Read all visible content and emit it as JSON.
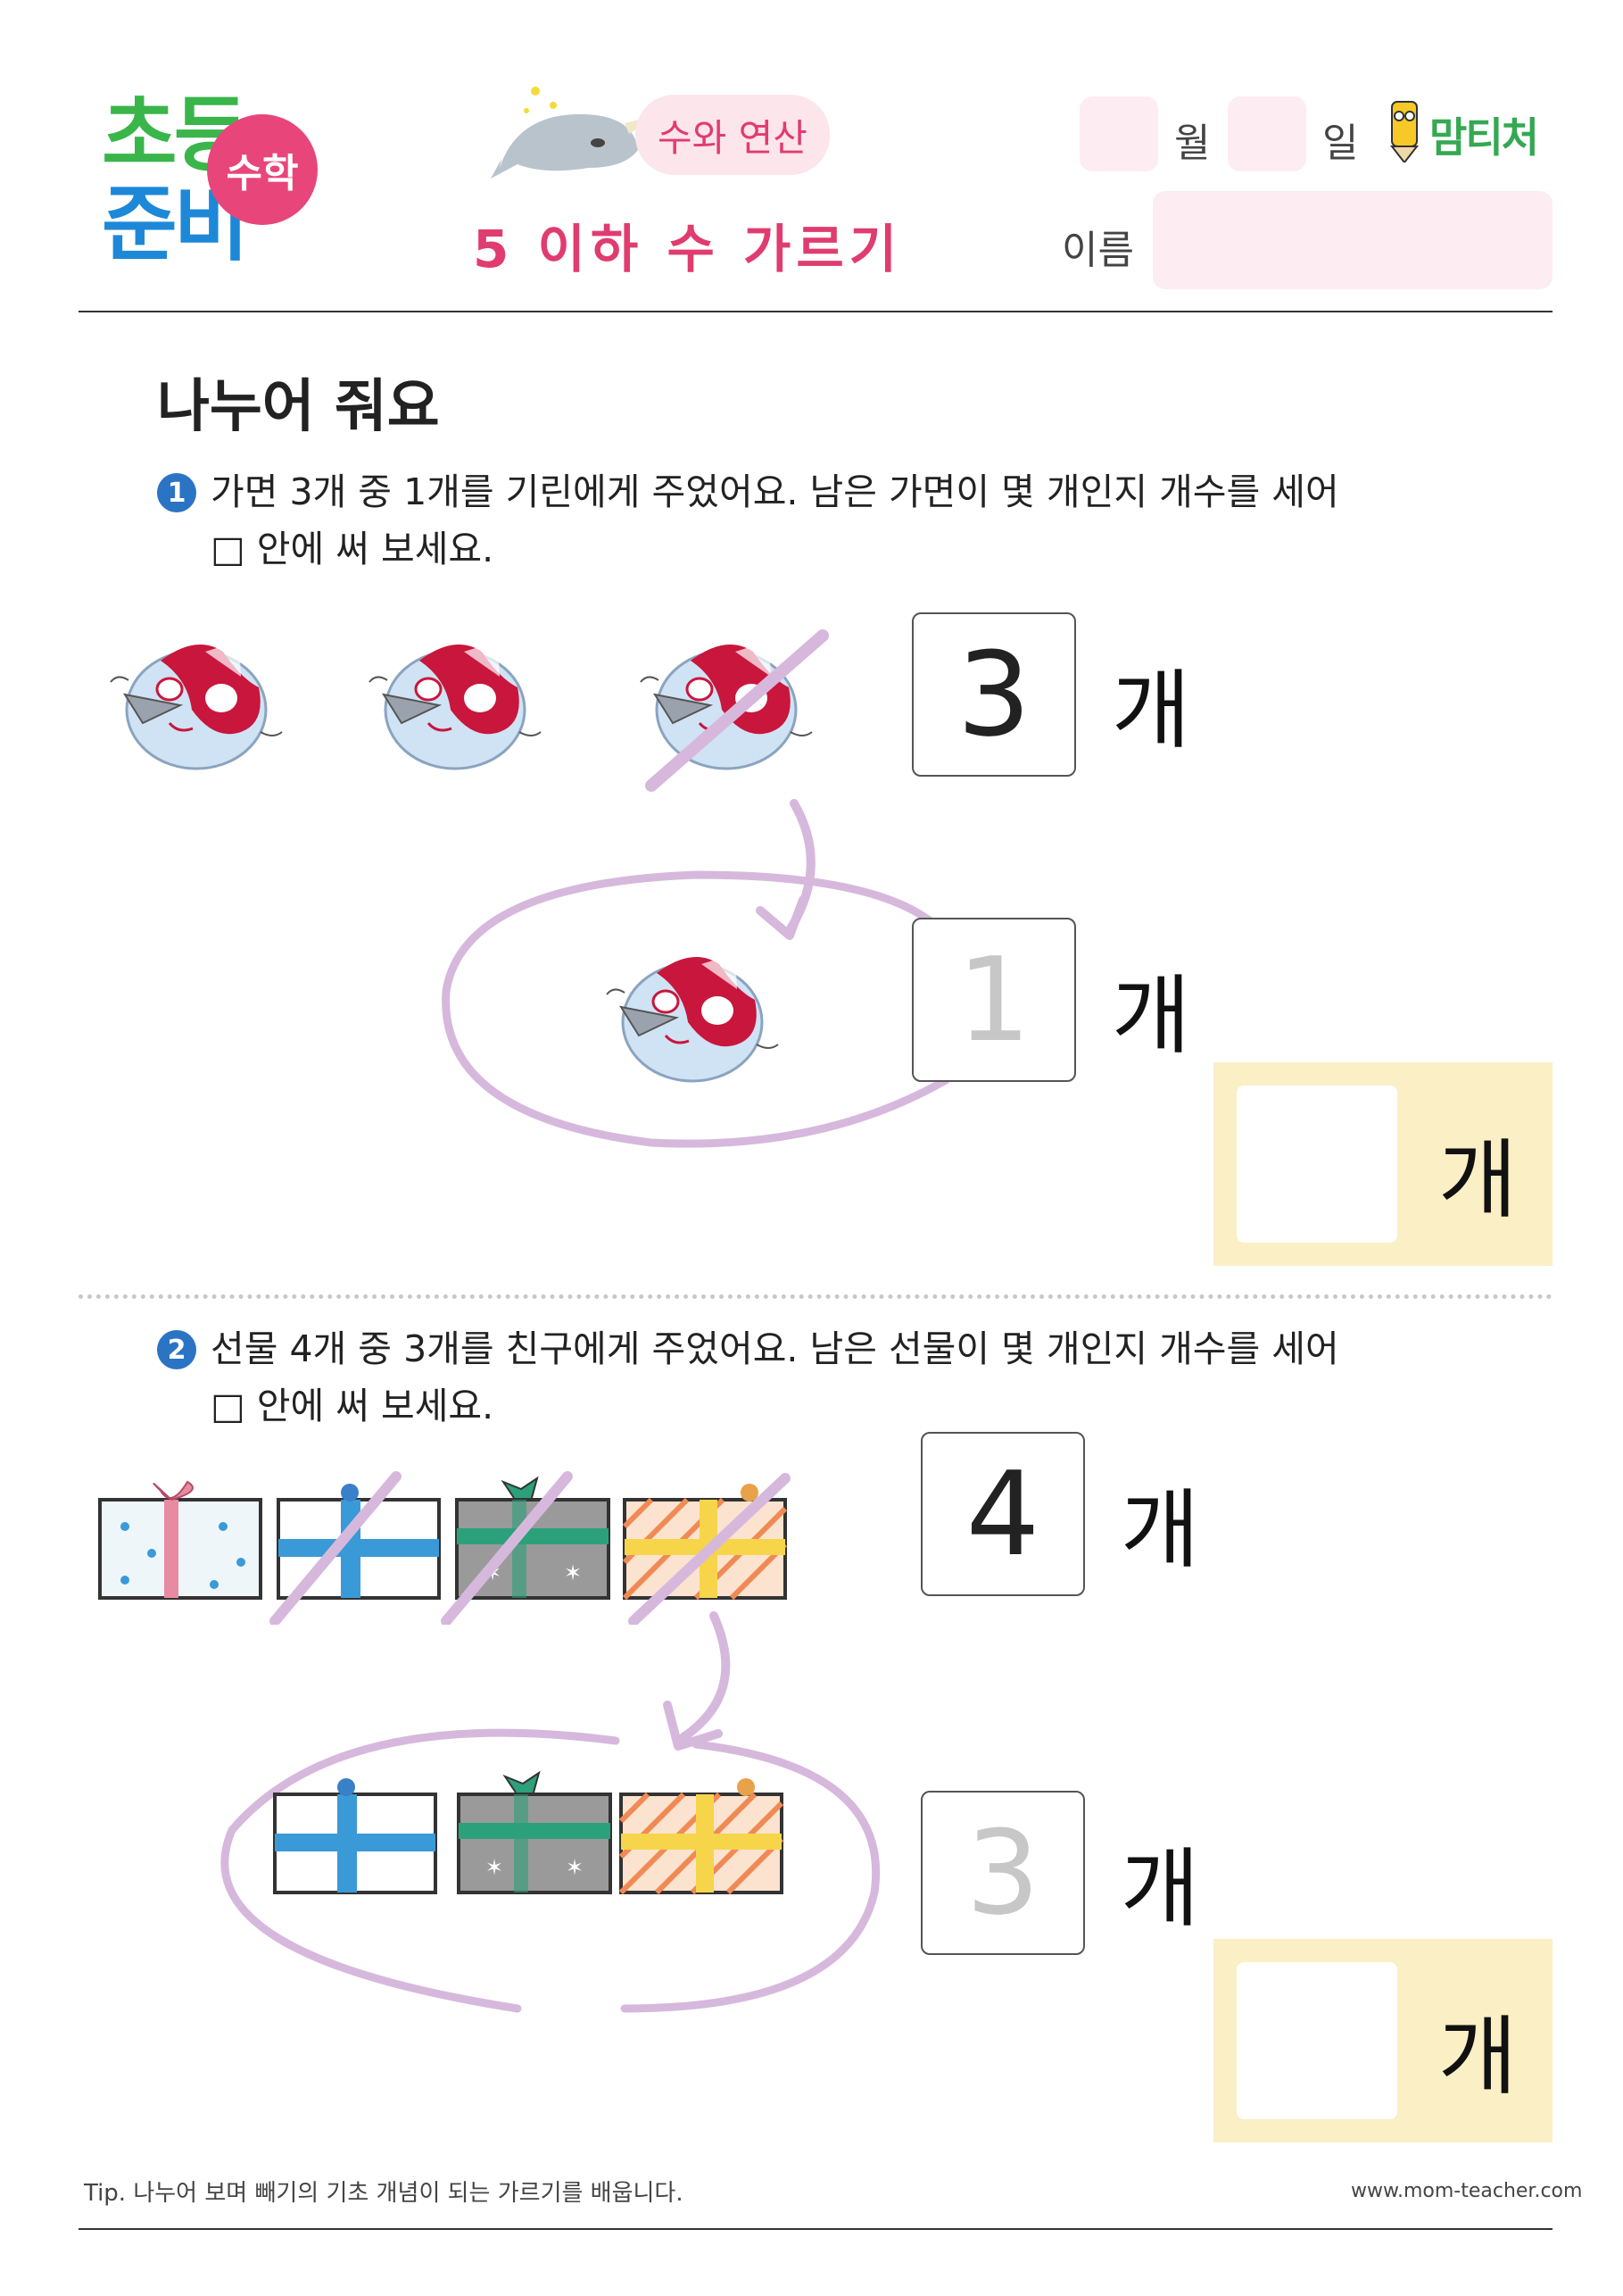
{
  "header": {
    "logo_line1": "초등",
    "logo_line2": "준비",
    "logo_badge": "수학",
    "category": "수와 연산",
    "subtitle": "5 이하 수 가르기",
    "month_label": "월",
    "day_label": "일",
    "name_label": "이름",
    "brand": "맘티처"
  },
  "section_title": "나누어 줘요",
  "questions": [
    {
      "number": "1",
      "line1": "가면 3개 중 1개를 기린에게 주었어요. 남은 가면이 몇 개인지 개수를 세어",
      "line2": "□ 안에 써 보세요.",
      "total_value": "3",
      "given_value": "1",
      "unit": "개",
      "answer_unit": "개"
    },
    {
      "number": "2",
      "line1": "선물 4개 중 3개를 친구에게 주었어요. 남은 선물이 몇 개인지 개수를 세어",
      "line2": "□ 안에 써 보세요.",
      "total_value": "4",
      "given_value": "3",
      "unit": "개",
      "answer_unit": "개"
    }
  ],
  "footer": {
    "tip": "Tip. 나누어 보며 빼기의 기초 개념이 되는 가르기를 배웁니다.",
    "site": "www.mom-teacher.com"
  },
  "colors": {
    "accent_pink": "#e03c6f",
    "pink_fill": "#fdecf1",
    "answer_panel": "#fbefc5",
    "number_blue": "#2b74c4",
    "circle_purple": "#d9c3e2"
  }
}
